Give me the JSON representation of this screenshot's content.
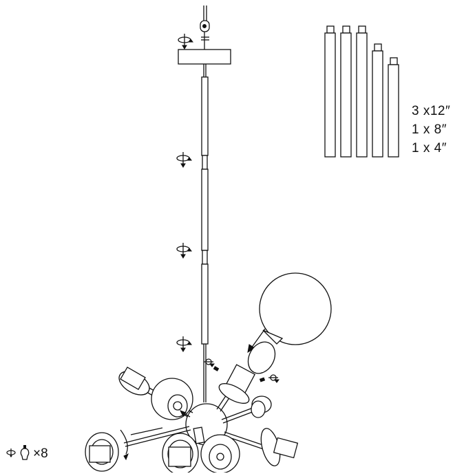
{
  "rod_quantities": [
    "3 x12″",
    "1 x 8″",
    "1 x 4″"
  ],
  "bulb_count": "×8",
  "icons": [
    "rotate-arrow-icon",
    "light-bulb-icon",
    "screw-icon",
    "glass-globe-icon"
  ]
}
